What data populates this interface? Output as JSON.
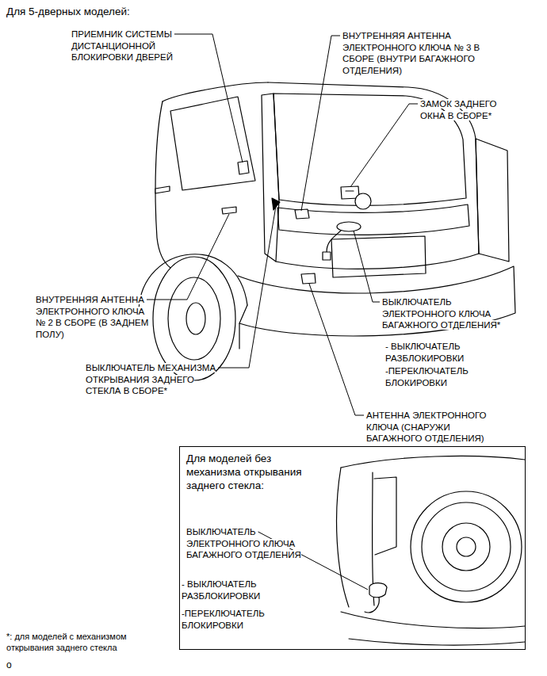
{
  "diagram": {
    "title": "Для 5-дверных моделей:",
    "nodes": [
      {
        "text": [
          "Для моделей без механизма открывания заднего стекла:",
          "ВЫКЛЮЧАТЕЛЬ ЭЛЕКТРОННОГО КЛЮЧА БАГАЖНОГО ОТДЕЛЕНИЯ",
          "- ВЫКЛЮЧАТЕЛЬ РАЗБЛОКИРОВКИ",
          "-ПЕРЕКЛЮЧАТЕЛЬ БЛОКИРОВКИ"
        ]
      }
    ],
    "labels": [
      "ПРИЕМНИК СИСТЕМЫ ДИСТАНЦИОННОЙ БЛОКИРОВКИ ДВЕРЕЙ",
      "ВНУТРЕННЯЯ АНТЕННА ЭЛЕКТРОННОГО КЛЮЧА № 3 В СБОРЕ (ВНУТРИ БАГАЖНОГО ОТДЕЛЕНИЯ)",
      "ЗАМОК ЗАДНЕГО ОКНА В СБОРЕ*",
      "ВНУТРЕННЯЯ АНТЕННА ЭЛЕКТРОННОГО КЛЮЧА № 2 В СБОРЕ (В ЗАДНЕМ ПОЛУ)",
      "ВЫКЛЮЧАТЕЛЬ ЭЛЕКТРОННОГО КЛЮЧА БАГАЖНОГО ОТДЕЛЕНИЯ*",
      "- ВЫКЛЮЧАТЕЛЬ РАЗБЛОКИРОВКИ",
      "-ПЕРЕКЛЮЧАТЕЛЬ БЛОКИРОВКИ",
      "ВЫКЛЮЧАТЕЛЬ МЕХАНИЗМА ОТКРЫВАНИЯ ЗАДНЕГО СТЕКЛА В СБОРЕ*",
      "АНТЕННА ЭЛЕКТРОННОГО КЛЮЧА (СНАРУЖИ БАГАЖНОГО ОТДЕЛЕНИЯ)",
      "*: для моделей с механизмом открывания заднего стекла",
      "o"
    ]
  }
}
